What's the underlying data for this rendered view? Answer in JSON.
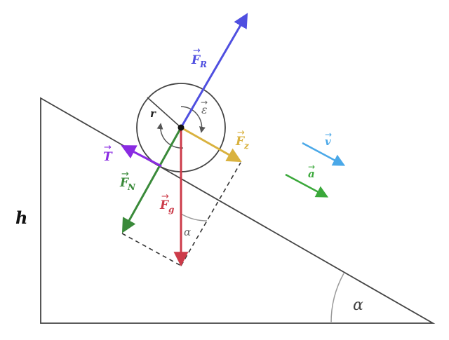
{
  "labels": {
    "h": "h",
    "alpha_big": "α",
    "alpha_small": "α",
    "r": "r",
    "epsilon": "ε",
    "F": "F",
    "T": "T",
    "v": "v",
    "a": "a",
    "sub_R": "R",
    "sub_z": "z",
    "sub_N": "N",
    "sub_g": "g",
    "arrow": "→"
  },
  "colors": {
    "outline": "#444444",
    "F_R": "#4f4fe0",
    "F_z": "#d9b23f",
    "F_N": "#3a8a3a",
    "F_g": "#cc3b49",
    "T": "#8a2be2",
    "v": "#4aa8e8",
    "a": "#3aa83a",
    "angle": "#999999",
    "dashed": "#333333"
  }
}
